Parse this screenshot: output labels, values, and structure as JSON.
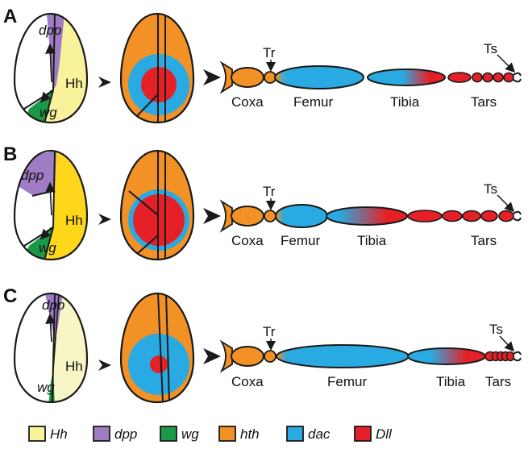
{
  "colors": {
    "Hh_A": "#f8f29a",
    "Hh_B": "#fed71c",
    "Hh_C": "#f8f6c6",
    "dpp": "#a07cc4",
    "wg": "#1a9948",
    "hth": "#f29125",
    "dac": "#2aaae2",
    "Dll": "#e52027",
    "outline": "#1a1a1a"
  },
  "panels": [
    {
      "letter": "A",
      "gene_dpp": "dpp",
      "gene_wg": "wg",
      "gene_hh": "Hh",
      "tr": "Tr",
      "ts": "Ts",
      "coxa": "Coxa",
      "femur": "Femur",
      "tibia": "Tibia",
      "tars": "Tars"
    },
    {
      "letter": "B",
      "gene_dpp": "dpp",
      "gene_wg": "wg",
      "gene_hh": "Hh",
      "tr": "Tr",
      "ts": "Ts",
      "coxa": "Coxa",
      "femur": "Femur",
      "tibia": "Tibia",
      "tars": "Tars"
    },
    {
      "letter": "C",
      "gene_dpp": "dpp",
      "gene_wg": "wg",
      "gene_hh": "Hh",
      "tr": "Tr",
      "ts": "Ts",
      "coxa": "Coxa",
      "femur": "Femur",
      "tibia": "Tibia",
      "tars": "Tars"
    }
  ],
  "legend": [
    {
      "label": "Hh",
      "color_key": "Hh_A"
    },
    {
      "label": "dpp",
      "color_key": "dpp"
    },
    {
      "label": "wg",
      "color_key": "wg"
    },
    {
      "label": "hth",
      "color_key": "hth"
    },
    {
      "label": "dac",
      "color_key": "dac"
    },
    {
      "label": "Dll",
      "color_key": "Dll"
    }
  ]
}
